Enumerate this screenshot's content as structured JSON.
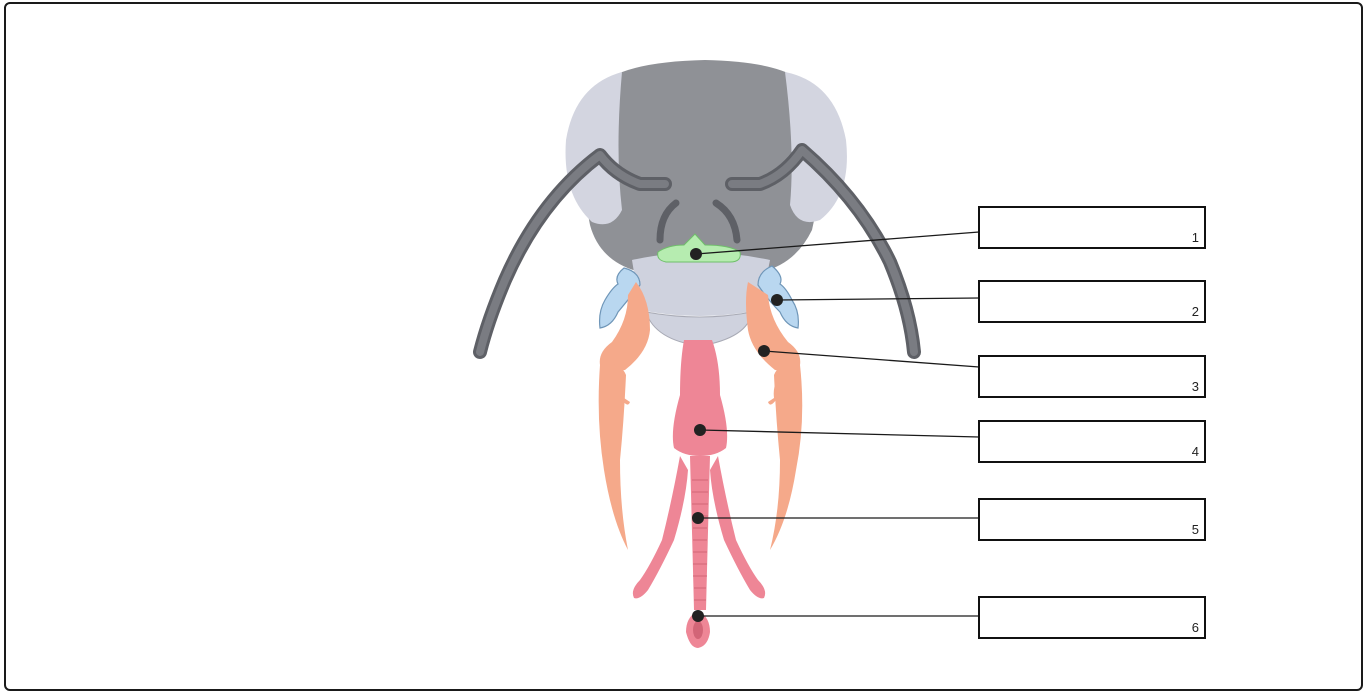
{
  "labels": [
    {
      "number": "1",
      "answer": ""
    },
    {
      "number": "2",
      "answer": ""
    },
    {
      "number": "3",
      "answer": ""
    },
    {
      "number": "4",
      "answer": ""
    },
    {
      "number": "5",
      "answer": ""
    },
    {
      "number": "6",
      "answer": ""
    }
  ],
  "colors": {
    "head": "#8f9196",
    "eyes": "#d3d5e0",
    "antenna": "#5e6066",
    "clypeus_labrum": "#cfd2de",
    "mandible_green": "#b6ecb0",
    "mandible_blue": "#b9d7f0",
    "maxilla_orange": "#f5a98a",
    "labium_pink": "#ee8696",
    "line": "#1a1a1a"
  }
}
